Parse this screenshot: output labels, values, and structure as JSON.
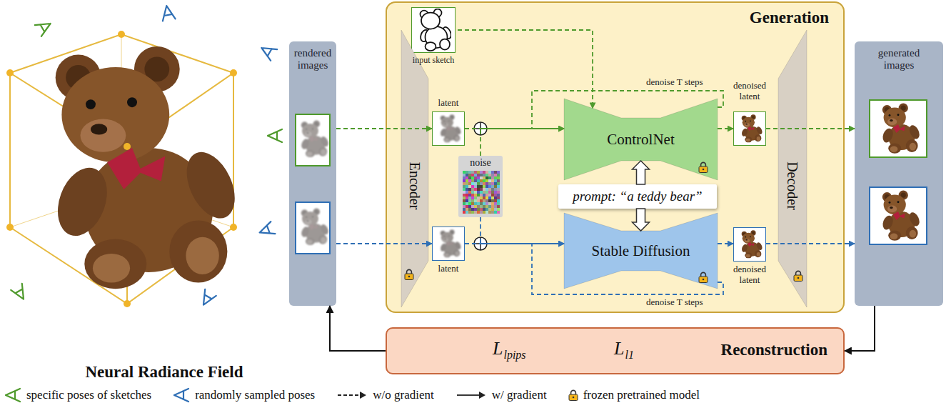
{
  "diagram": {
    "nodes": [
      {
        "text": [
          "rendered images"
        ]
      },
      {
        "text": [
          "Generation"
        ]
      },
      {
        "text": [
          "input sketch"
        ],
        "in": 1
      },
      {
        "text": [
          "Encoder"
        ],
        "in": 1
      },
      {
        "text": [
          "latent"
        ],
        "in": 1
      },
      {
        "text": [
          "noise"
        ],
        "in": 1
      },
      {
        "text": [
          "latent"
        ],
        "in": 1
      },
      {
        "text": [
          "ControlNet"
        ],
        "in": 1
      },
      {
        "text": [
          "prompt: “a teddy bear”"
        ],
        "in": 1
      },
      {
        "text": [
          "Stable Diffusion"
        ],
        "in": 1
      },
      {
        "text": [
          "denoised latent"
        ],
        "in": 1
      },
      {
        "text": [
          "denoised latent"
        ],
        "in": 1
      },
      {
        "text": [
          "Decoder"
        ],
        "in": 1
      },
      {
        "text": [
          "generated images"
        ]
      },
      {
        "text": [
          "L",
          "lpips",
          "L",
          "l1",
          "Reconstruction"
        ]
      }
    ],
    "edges": [
      {
        "from": 0,
        "to": 4,
        "arrow": "to"
      },
      {
        "from": 0,
        "to": 6,
        "arrow": "to"
      },
      {
        "from": 2,
        "to": 7,
        "arrow": "to"
      },
      {
        "from": 4,
        "to": 7,
        "arrow": "to"
      },
      {
        "from": 5,
        "to": 7,
        "arrow": "to"
      },
      {
        "from": 5,
        "to": 9,
        "arrow": "to"
      },
      {
        "from": 6,
        "to": 9,
        "arrow": "to"
      },
      {
        "from": 8,
        "to": 7,
        "arrow": "to"
      },
      {
        "from": 8,
        "to": 9,
        "arrow": "to"
      },
      {
        "from": 7,
        "to": 10,
        "arrow": "to"
      },
      {
        "from": 9,
        "to": 11,
        "arrow": "to"
      },
      {
        "from": 10,
        "to": 13,
        "arrow": "to"
      },
      {
        "from": 11,
        "to": 13,
        "arrow": "to"
      },
      {
        "from": 13,
        "to": 14,
        "arrow": "to"
      },
      {
        "from": 14,
        "to": 0,
        "arrow": "to"
      }
    ],
    "labels": [
      "Neural Radiance Field",
      "denoise T steps",
      "denoise T steps"
    ],
    "legend": [
      {
        "text": "specific poses of sketches"
      },
      {
        "text": "randomly sampled poses"
      },
      {
        "text": "w/o gradient"
      },
      {
        "text": "w/ gradient"
      },
      {
        "text": "frozen pretrained model"
      }
    ]
  }
}
